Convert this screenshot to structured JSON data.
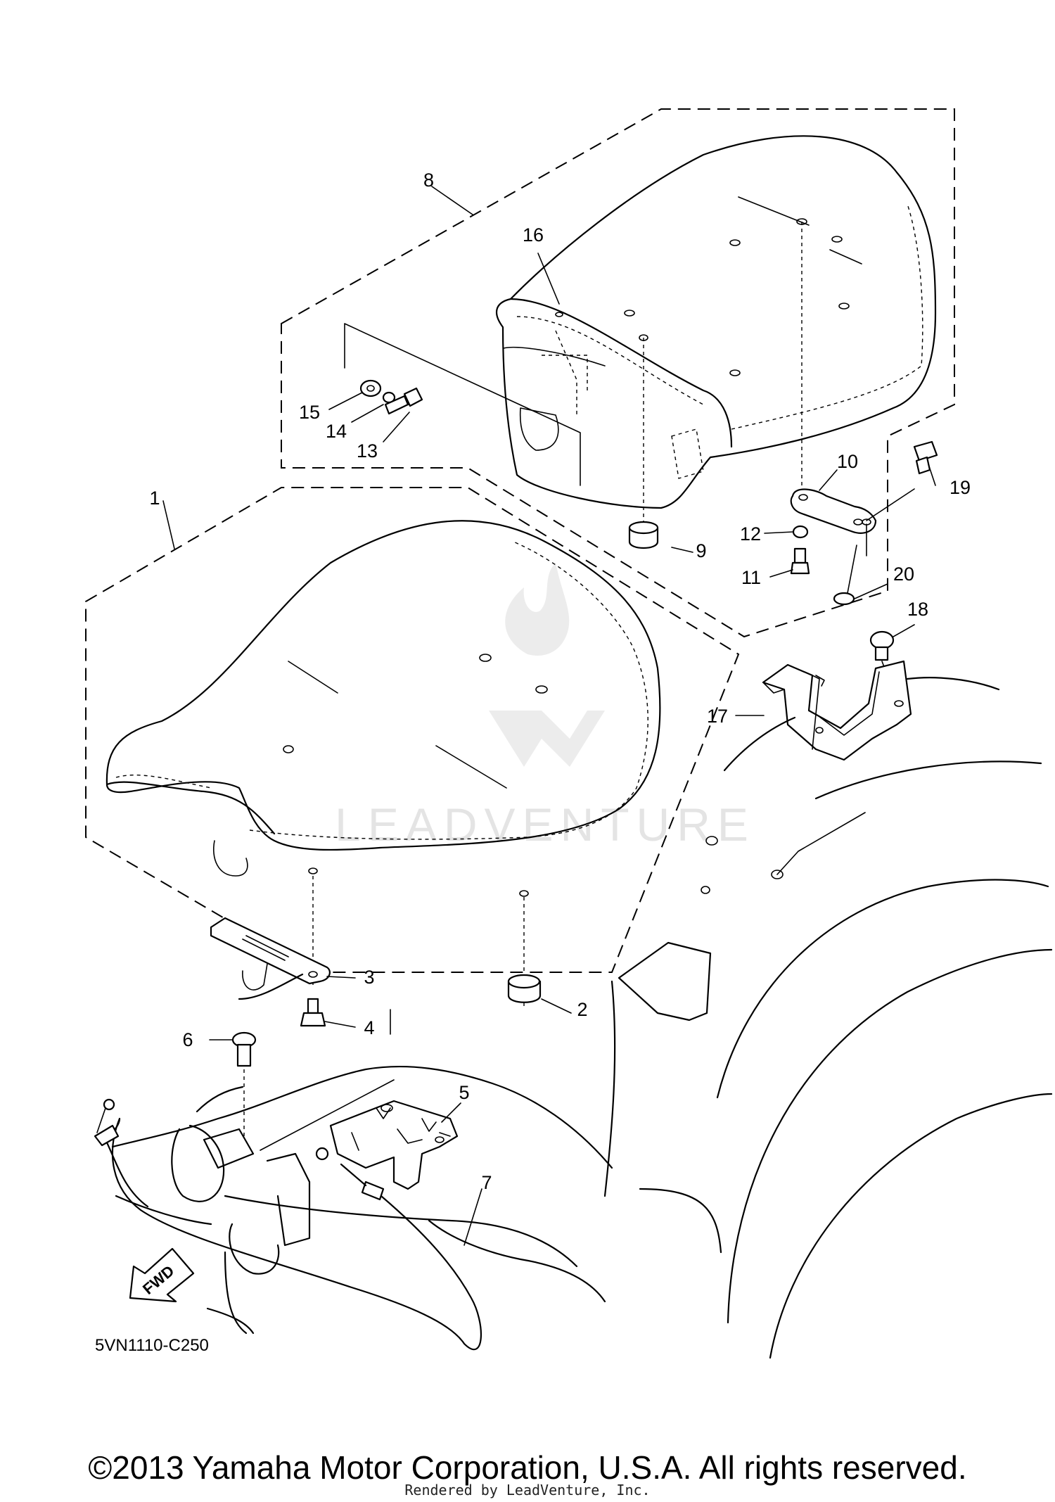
{
  "diagram_code": "5VN1110-C250",
  "fwd_label": "FWD",
  "watermark": "LEADVENTURE",
  "copyright": "©2013 Yamaha Motor Corporation, U.S.A. All rights reserved.",
  "rendered_by": "Rendered by LeadVenture, Inc.",
  "callouts": {
    "c1": "1",
    "c2": "2",
    "c3": "3",
    "c4": "4",
    "c5": "5",
    "c6": "6",
    "c7": "7",
    "c8": "8",
    "c9": "9",
    "c10": "10",
    "c11": "11",
    "c12": "12",
    "c13": "13",
    "c14": "14",
    "c15": "15",
    "c16": "16",
    "c17": "17",
    "c18": "18",
    "c19": "19",
    "c20": "20"
  }
}
